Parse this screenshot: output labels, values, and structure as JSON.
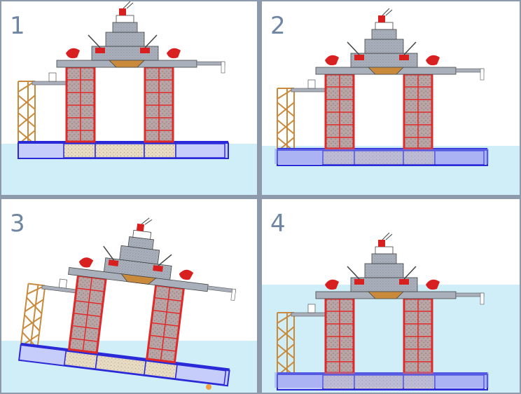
{
  "colors": {
    "frame": "#8c9aab",
    "panel_bg": "#ffffff",
    "water": "#cfeef7",
    "water_deep": "#b6e2ee",
    "water_line": "#9fd3e3",
    "hull_fill": "#c7cdfa",
    "hull_stroke": "#2a2ad8",
    "hull_flood": "#8a94f0",
    "ballast": "#e8dcc4",
    "tower_red": "#e02a2a",
    "tower_window": "#b9a5a5",
    "deck_gray": "#a9b0bb",
    "ladder": "#c98a3c",
    "gun_red": "#d92020",
    "flame": "#f0a040"
  },
  "panels": [
    {
      "number": "1",
      "state": "afloat"
    },
    {
      "number": "2",
      "state": "ballasting"
    },
    {
      "number": "3",
      "state": "tilting"
    },
    {
      "number": "4",
      "state": "grounded"
    }
  ]
}
